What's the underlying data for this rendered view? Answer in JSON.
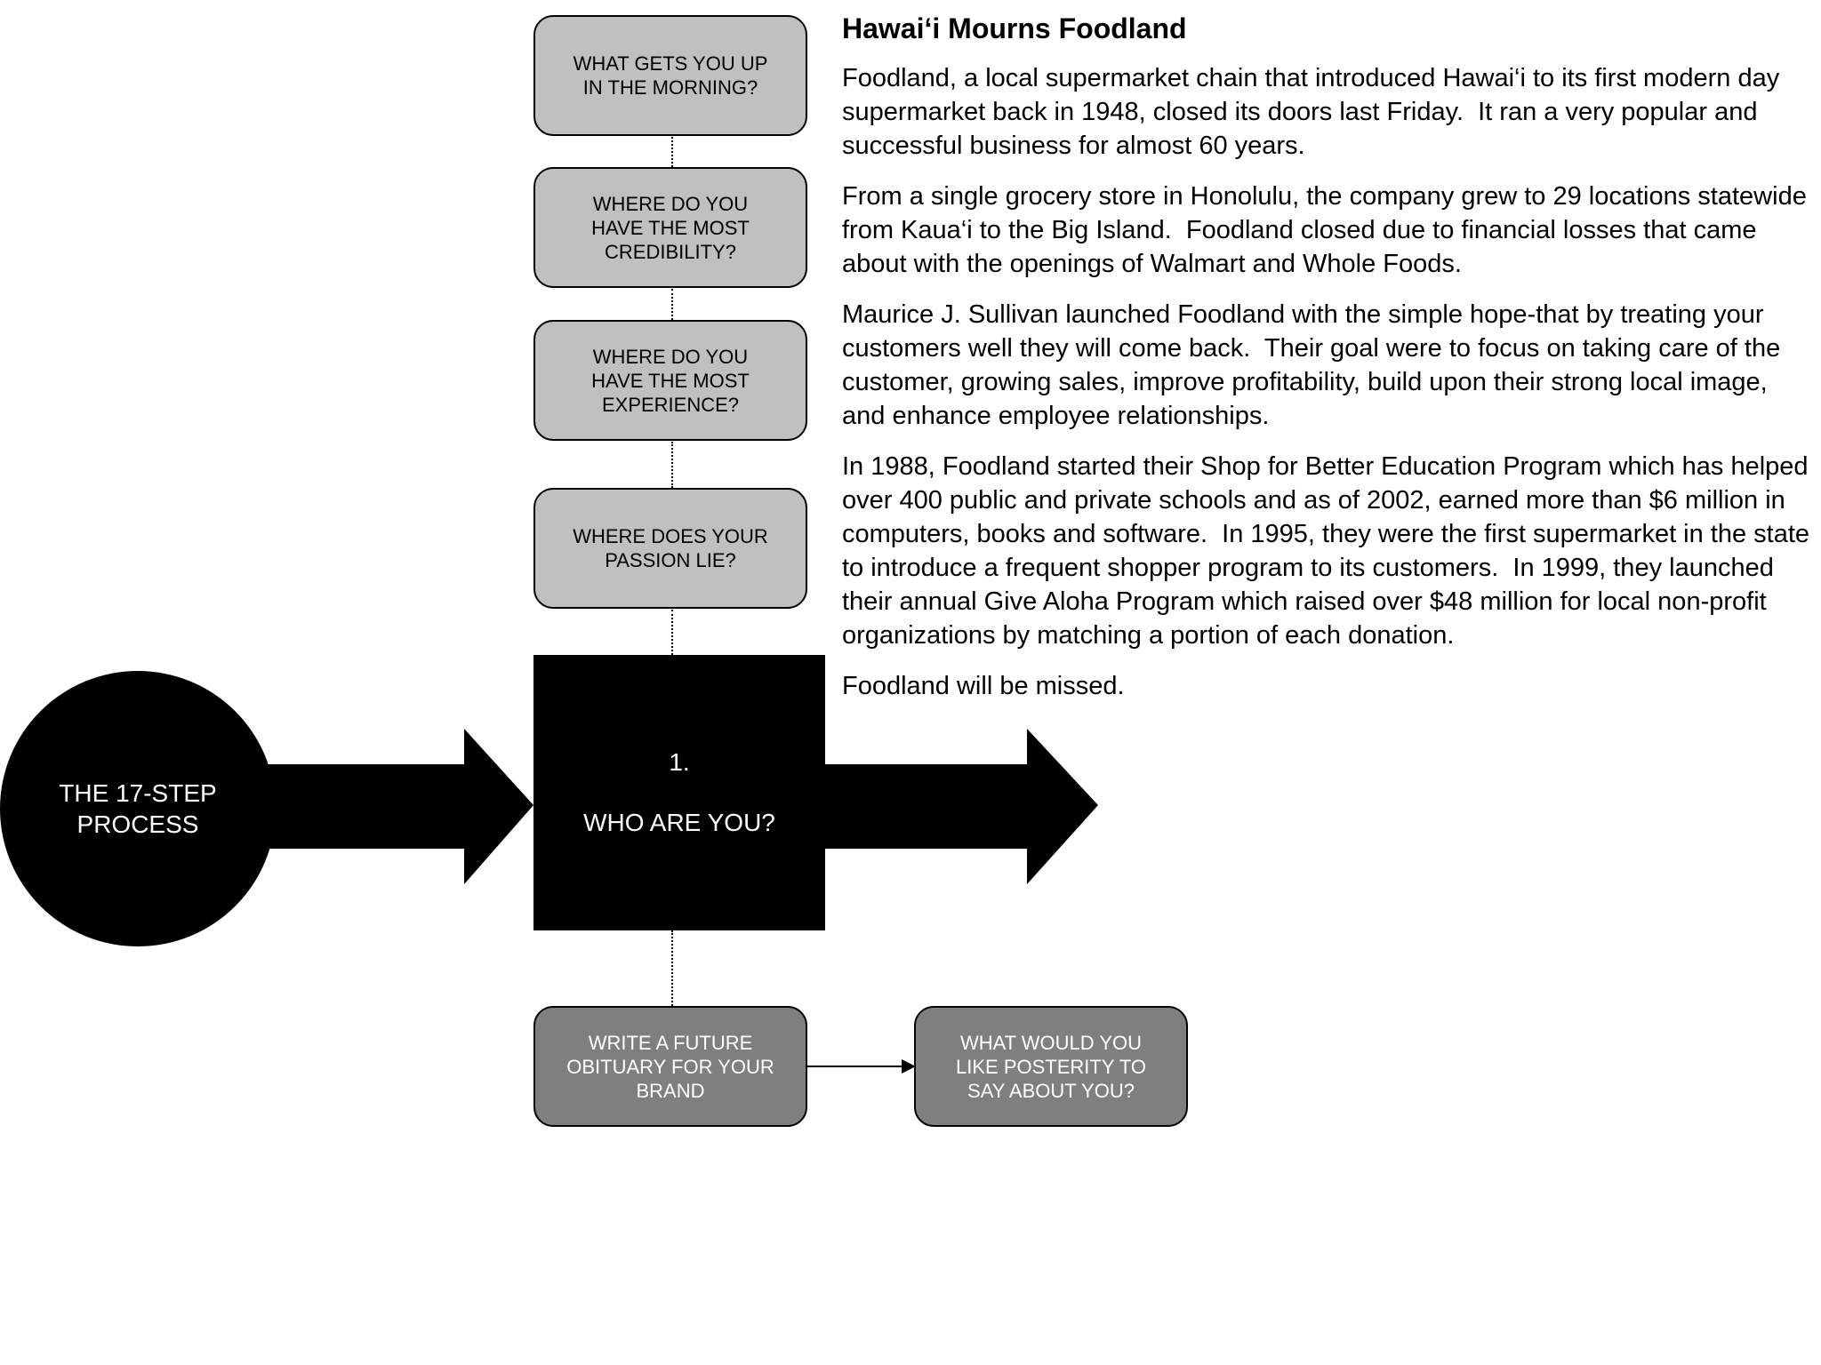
{
  "diagram": {
    "start_circle": {
      "label": "THE 17-STEP\nPROCESS"
    },
    "center_step": {
      "number": "1.",
      "label": "WHO ARE YOU?"
    },
    "questions": [
      {
        "label": "WHAT GETS YOU UP\nIN THE MORNING?"
      },
      {
        "label": "WHERE DO YOU\nHAVE THE MOST\nCREDIBILITY?"
      },
      {
        "label": "WHERE DO YOU\nHAVE THE MOST\nEXPERIENCE?"
      },
      {
        "label": "WHERE DOES YOUR\nPASSION LIE?"
      }
    ],
    "exercise": {
      "label": "WRITE A FUTURE\nOBITUARY FOR YOUR\nBRAND"
    },
    "exercise_result": {
      "label": "WHAT WOULD YOU\nLIKE POSTERITY TO\nSAY ABOUT YOU?"
    },
    "colors": {
      "question_fill": "#c0c0c0",
      "exercise_fill": "#7f7f7f",
      "main_fill": "#000000"
    }
  },
  "article": {
    "title": "Hawai‘i Mourns Foodland",
    "paragraphs": [
      "Foodland, a local supermarket chain that introduced Hawai‘i to its first modern day supermarket back in 1948, closed its doors last Friday.  It ran a very popular and successful business for almost 60 years.",
      "From a single grocery store in Honolulu, the company grew to 29 locations statewide from Kaua‘i to the Big Island.  Foodland closed due to financial losses that came about with the openings of Walmart and Whole Foods.",
      "Maurice J. Sullivan launched Foodland with the simple hope-that by treating your customers well they will come back.  Their goal were to focus on taking care of the customer, growing sales, improve profitability, build upon their strong local image, and enhance employee relationships.",
      "In 1988, Foodland started their Shop for Better Education Program which has helped over 400 public and private schools and as of 2002, earned more than $6 million in computers, books and software.  In 1995, they were the first supermarket in the state to introduce a frequent shopper program to its customers.  In 1999, they launched their annual Give Aloha Program which raised over $48 million for local non-profit organizations by matching a portion of each donation.",
      "Foodland will be missed."
    ]
  }
}
